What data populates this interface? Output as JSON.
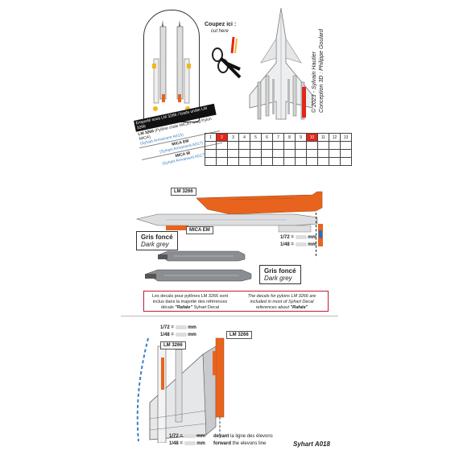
{
  "header": {
    "cut_label": "Coupez ici :",
    "cut_label_en": "cut here",
    "credit_line1": "© 2023 - Sylvain Hautier",
    "credit_line2": "Conception 3D : Philippe Goulard"
  },
  "table": {
    "title_fr": "Emporté sous LM 3266 / loads under LM 3266",
    "rows": [
      {
        "label": "LM 3266",
        "desc": "(Pylône d'aile MICA / wing Pylon MICA)",
        "ref": "(Syhart Armament A015)"
      },
      {
        "label": "MICA EM",
        "desc": "",
        "ref": "(Syhart Armament A017)"
      },
      {
        "label": "MICA IR",
        "desc": "",
        "ref": "(Syhart Armament A017)"
      }
    ],
    "columns": [
      "1",
      "2",
      "3",
      "4",
      "5",
      "6",
      "7",
      "8",
      "9",
      "10",
      "11",
      "12",
      "13"
    ],
    "red_columns": [
      2,
      10
    ]
  },
  "pylon_view": {
    "lm_label": "LM 3266",
    "mica_label": "MICA EM",
    "scale_172": "1/72 =",
    "scale_148": "1/48 =",
    "unit": "mm"
  },
  "dark_grey_1": {
    "fr": "Gris foncé",
    "en": "Dark grey"
  },
  "dark_grey_2": {
    "fr": "Gris foncé",
    "en": "Dark grey"
  },
  "note": {
    "fr_line1": "Les decals pour pylônes LM 3266 sont",
    "fr_line2": "inclus dans la majorité des références",
    "fr_line3_pre": "décals ",
    "fr_line3_bold": "\"Rafale\"",
    "fr_line3_post": " Syhart Decal",
    "en_line1": "The decals for pylons LM 3266 are",
    "en_line2": "included in most of Syhart Decal",
    "en_line3_pre": "references about ",
    "en_line3_bold": "\"Rafale\""
  },
  "wing_view": {
    "scale_172": "1/72 =",
    "scale_148": "1/48 =",
    "unit": "mm",
    "lm_label_a": "LM 3266",
    "lm_label_b": "LM 3266",
    "bottom_172": "1/72 =",
    "bottom_148": "1/48 =",
    "bottom_unit": "mm",
    "devant": "devant",
    "devant_rest": " la ligne des élevons",
    "forward": "forward",
    "forward_rest": " the elevons line"
  },
  "footer": {
    "label": "Syhart A018"
  },
  "colors": {
    "orange": "#e8641e",
    "red": "#e2261b",
    "grey": "#8a8d91",
    "accent_box": "#c21b3a"
  }
}
